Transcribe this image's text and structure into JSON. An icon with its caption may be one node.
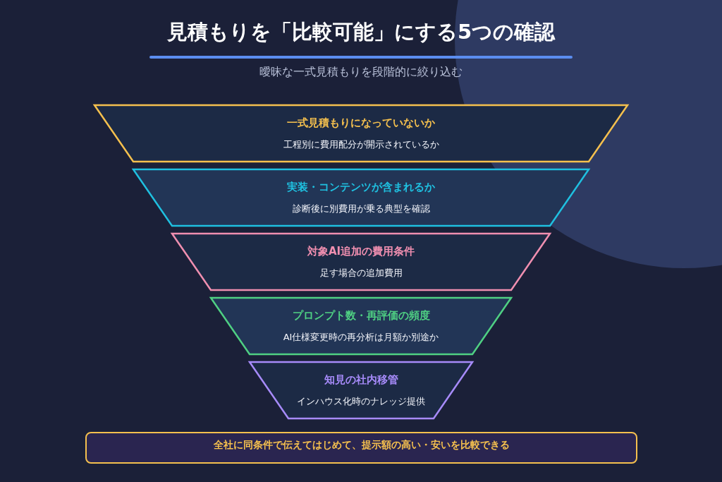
{
  "diagram": {
    "title": "見積もりを「比較可能」にする5つの確認",
    "nodes": [
      {
        "text": [
          "一式見積もりになっていないか",
          "工程別に費用配分が開示されているか"
        ]
      },
      {
        "text": [
          "実装・コンテンツが含まれるか",
          "診断後に別費用が乗る典型を確認"
        ]
      },
      {
        "text": [
          "対象AI追加の費用条件",
          "足す場合の追加費用"
        ]
      },
      {
        "text": [
          "プロンプト数・再評価の頻度",
          "AI仕様変更時の再分析は月額か別途か"
        ]
      },
      {
        "text": [
          "知見の社内移管",
          "インハウス化時のナレッジ提供"
        ]
      },
      {
        "text": [
          "全社に同条件で伝えてはじめて、提示額の高い・安いを比較できる"
        ]
      }
    ],
    "labels": [
      "曖昧な一式見積もりを段階的に絞り込む"
    ]
  }
}
